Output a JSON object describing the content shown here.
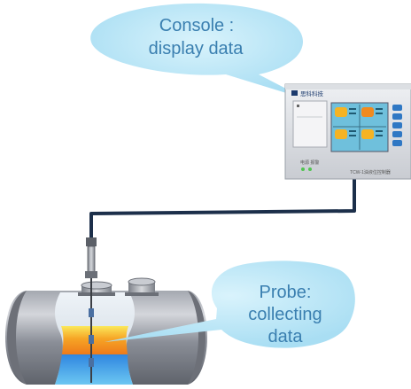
{
  "callouts": {
    "console": {
      "line1": "Console :",
      "line2": "display data"
    },
    "probe": {
      "line1": "Probe:",
      "line2": "collecting",
      "line3": "data"
    }
  },
  "console_unit": {
    "brand": "思科科技",
    "model": "TCW-1油液位控制器",
    "status_text": "电源 报警",
    "screen_colors": {
      "yellow": "#f5b323",
      "orange": "#f08a1e",
      "screen": "#6fc0dc"
    }
  },
  "colors": {
    "bubble": "#bfe8f7",
    "bubble_text": "#3a7fb0",
    "tank_body": "#8c9099",
    "cable": "#1c2f4a",
    "fuel_top": "#f8d74a",
    "fuel_mid": "#f28c20",
    "water": "#3aa0e8"
  }
}
